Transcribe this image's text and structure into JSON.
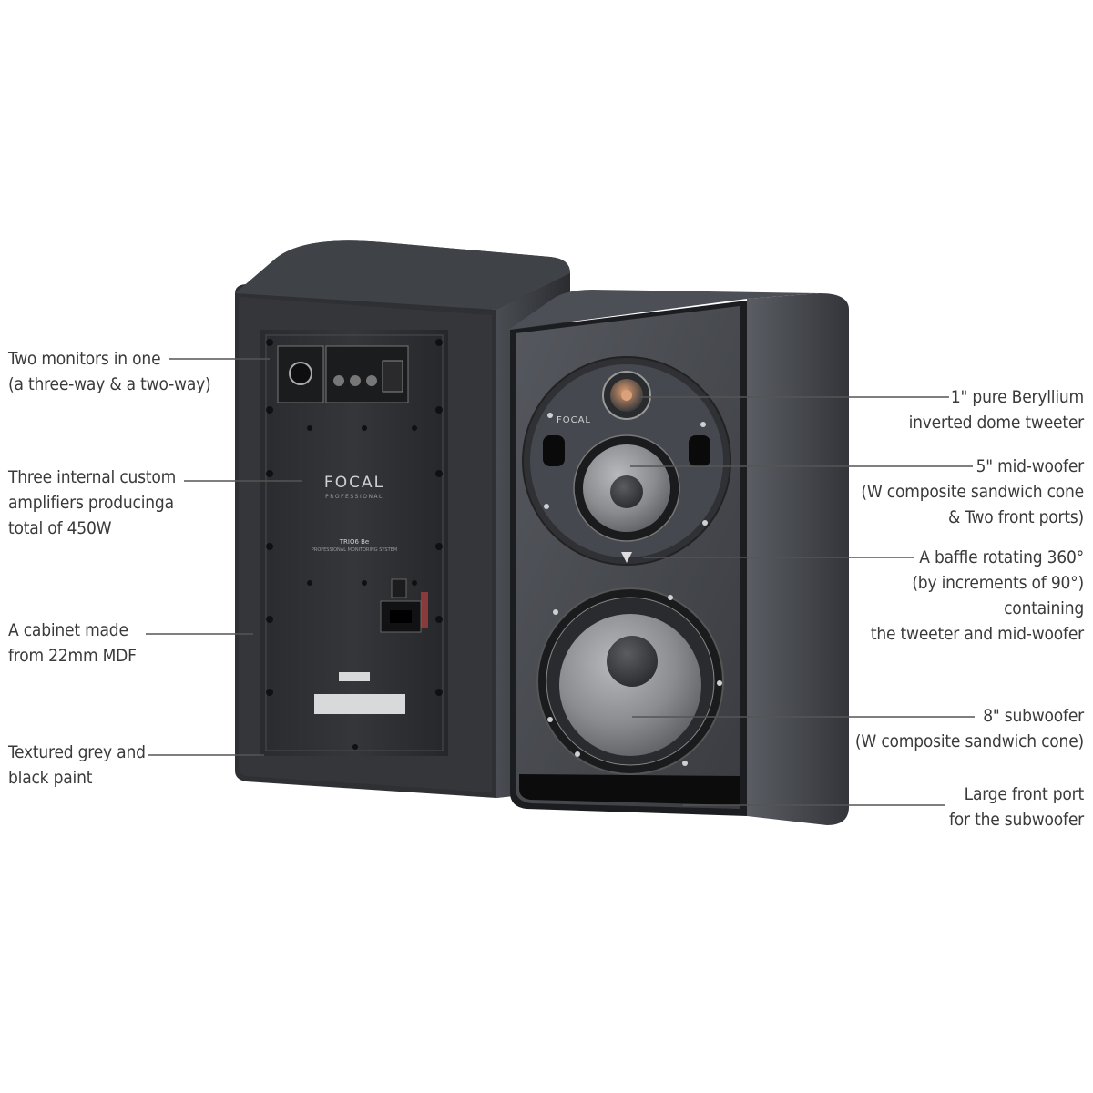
{
  "brand": {
    "back_logo": "FOCAL",
    "back_logo_sub": "PROFESSIONAL",
    "back_model": "TRIO6 Be",
    "back_model_sub": "PROFESSIONAL MONITORING SYSTEM",
    "front_logo": "FOCAL"
  },
  "callouts_left": [
    {
      "lines": [
        "Two monitors in one",
        "(a three-way & a two-way)"
      ]
    },
    {
      "lines": [
        "Three internal custom",
        "amplifiers producinga",
        "total of 450W"
      ]
    },
    {
      "lines": [
        "A cabinet made",
        "from 22mm MDF"
      ]
    },
    {
      "lines": [
        "Textured grey and",
        "black paint"
      ]
    }
  ],
  "callouts_right": [
    {
      "lines": [
        "1\" pure Beryllium",
        "inverted dome tweeter"
      ]
    },
    {
      "lines": [
        "5\" mid-woofer",
        "(W composite sandwich cone",
        "& Two front ports)"
      ]
    },
    {
      "lines": [
        "A baffle rotating 360°",
        "(by increments of 90°)",
        "containing",
        "the tweeter and mid-woofer"
      ]
    },
    {
      "lines": [
        "8\" subwoofer",
        "(W composite sandwich cone)"
      ]
    },
    {
      "lines": [
        "Large front port",
        "for the subwoofer"
      ]
    }
  ],
  "colors": {
    "cabinet": "#3b3e44",
    "cabinet_dark": "#1c1d20",
    "baffle": "#4a4d53",
    "cone": "#8e9094",
    "text": "#3a3a3a"
  }
}
